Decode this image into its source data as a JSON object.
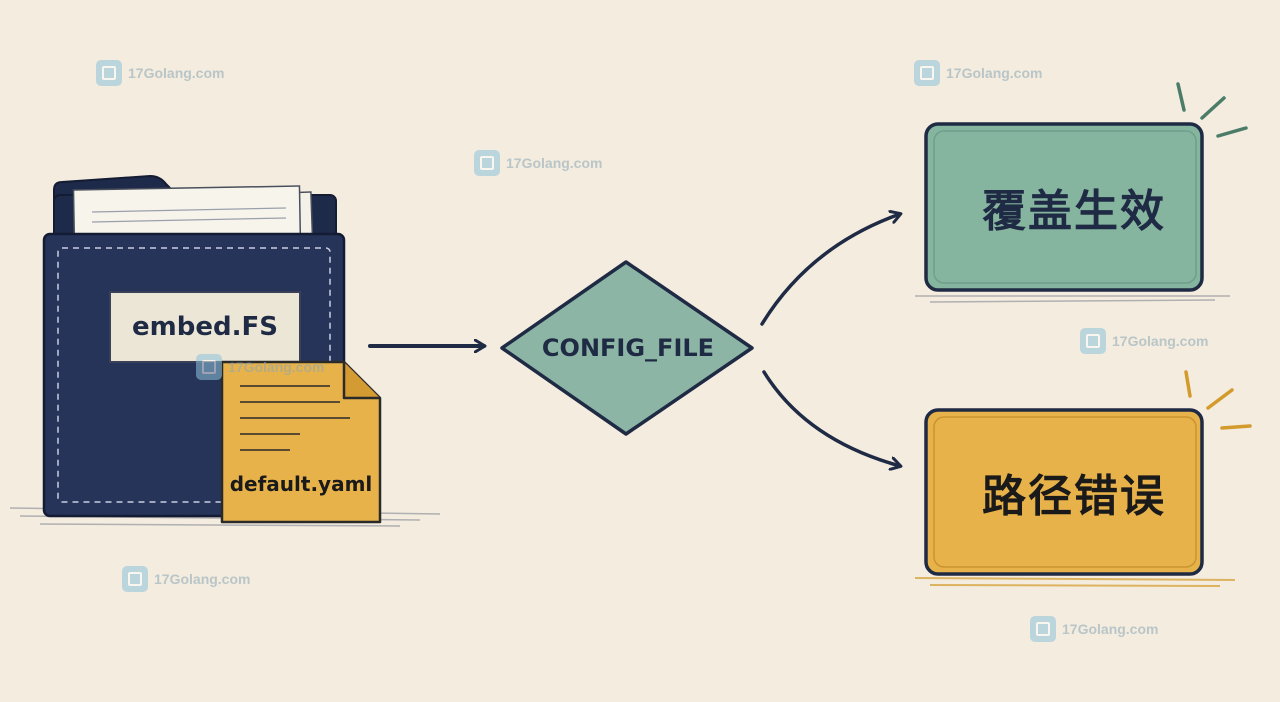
{
  "diagram": {
    "folder_label": "embed.FS",
    "file_label": "default.yaml",
    "decision_label": "CONFIG_FILE",
    "outcome_success": "覆盖生效",
    "outcome_error": "路径错误"
  },
  "colors": {
    "background": "#f3ecdf",
    "folder": "#27345a",
    "file": "#e8b24a",
    "decision": "#8db5a5",
    "success_box": "#86b59f",
    "error_box": "#e8b24a",
    "ink": "#1f2a44"
  },
  "icons": {
    "folder": "folder-icon",
    "file": "document-icon"
  },
  "watermarks": [
    "17Golang.com",
    "17Golang.com",
    "17Golang.com",
    "17Golang.com",
    "17Golang.com",
    "17Golang.com",
    "17Golang.com"
  ]
}
